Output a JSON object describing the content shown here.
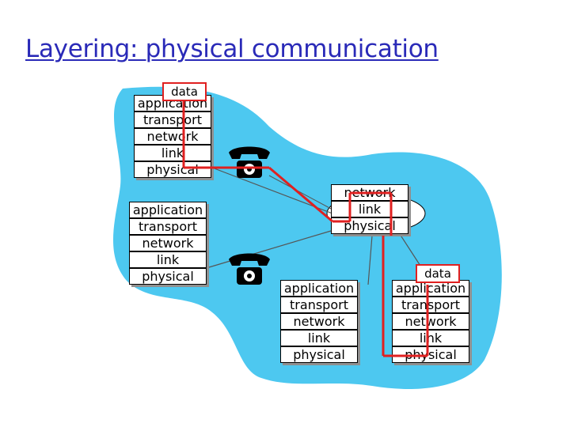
{
  "title": "Layering: physical communication",
  "data_label": "data",
  "stacks": {
    "host_top_left": [
      "application",
      "transport",
      "network",
      "link",
      "physical"
    ],
    "host_mid_left": [
      "application",
      "transport",
      "network",
      "link",
      "physical"
    ],
    "router_center": [
      "network",
      "link",
      "physical"
    ],
    "host_bottom_center": [
      "application",
      "transport",
      "network",
      "link",
      "physical"
    ],
    "host_bottom_right": [
      "application",
      "transport",
      "network",
      "link",
      "physical"
    ]
  },
  "colors": {
    "title": "#2a2ab8",
    "cloud": "#4dc8f0",
    "path": "#e02020"
  }
}
